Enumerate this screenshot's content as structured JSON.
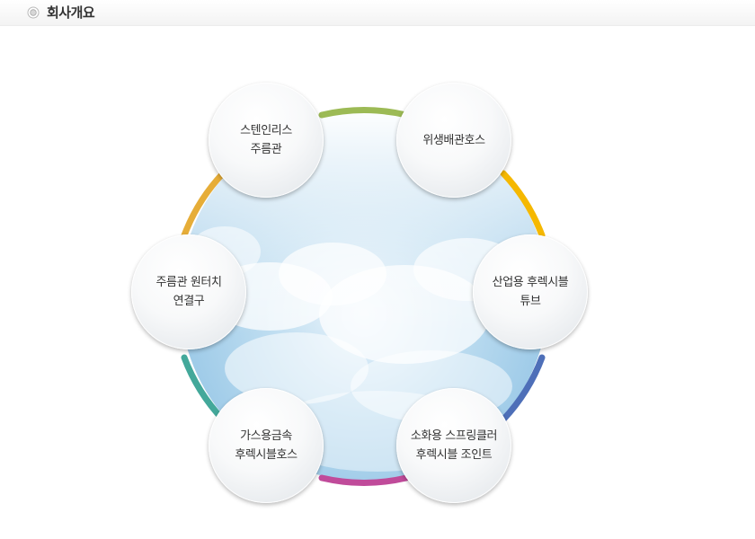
{
  "header": {
    "title": "회사개요",
    "icon": "bullet-circle-icon"
  },
  "diagram": {
    "ring_colors": {
      "top": "#9cba55",
      "upper_right": "#f5b800",
      "lower_right": "#4e6fb8",
      "bottom": "#c04b9a",
      "lower_left": "#43a89a",
      "upper_left": "#e6ad38"
    },
    "nodes": [
      {
        "id": "stainless-pipe",
        "lines": [
          "스텐인리스",
          "주름관"
        ]
      },
      {
        "id": "sanitary-hose",
        "lines": [
          "위생배관호스"
        ]
      },
      {
        "id": "industrial-tube",
        "lines": [
          "산업용 후렉시블",
          "튜브"
        ]
      },
      {
        "id": "sprinkler-joint",
        "lines": [
          "소화용 스프링클러",
          "후렉시블 조인트"
        ]
      },
      {
        "id": "gas-hose",
        "lines": [
          "가스용금속",
          "후렉시블호스"
        ]
      },
      {
        "id": "water-connector",
        "lines": [
          "주름관 원터치",
          "연결구"
        ]
      }
    ]
  }
}
